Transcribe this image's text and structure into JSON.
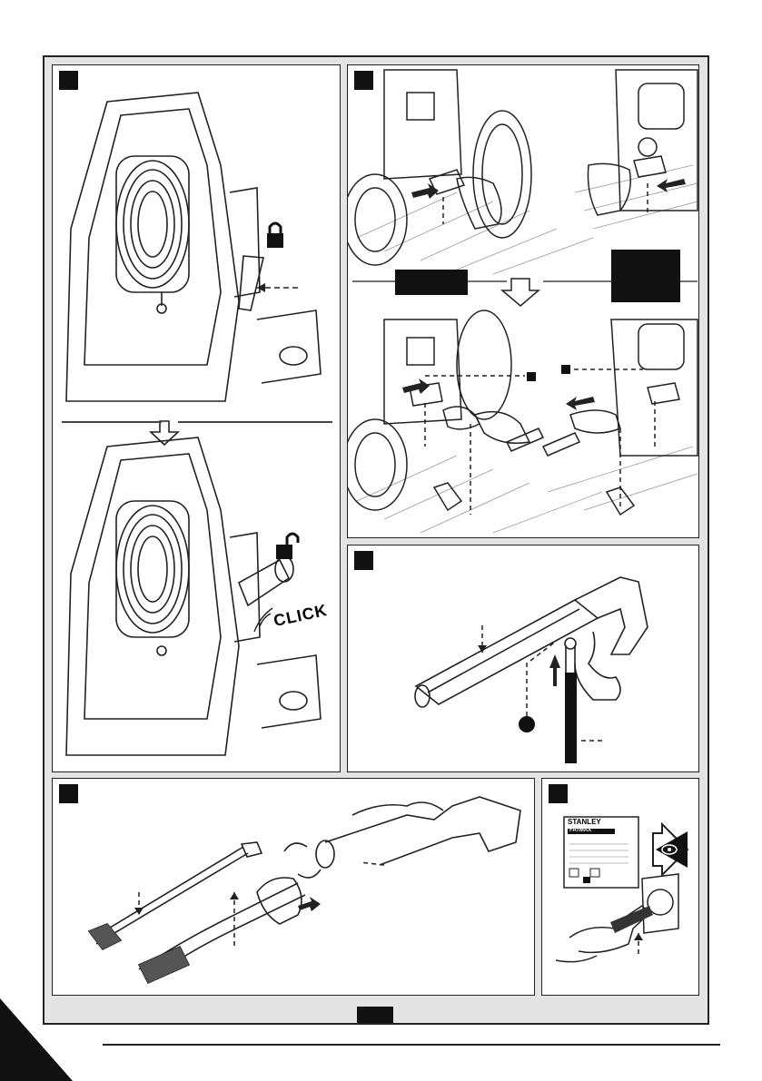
{
  "figure1": {
    "click_text": "CLICK",
    "lock_icon": "padlock-closed-icon",
    "unlock_icon": "padlock-open-icon"
  },
  "figure5": {
    "label_brand": "STANLEY",
    "label_sub": "FATMAX",
    "eye_icon": "eye-warning-icon"
  },
  "colors": {
    "frame_bg": "#e4e4e4",
    "ink": "#111111",
    "panel_bg": "#ffffff"
  }
}
